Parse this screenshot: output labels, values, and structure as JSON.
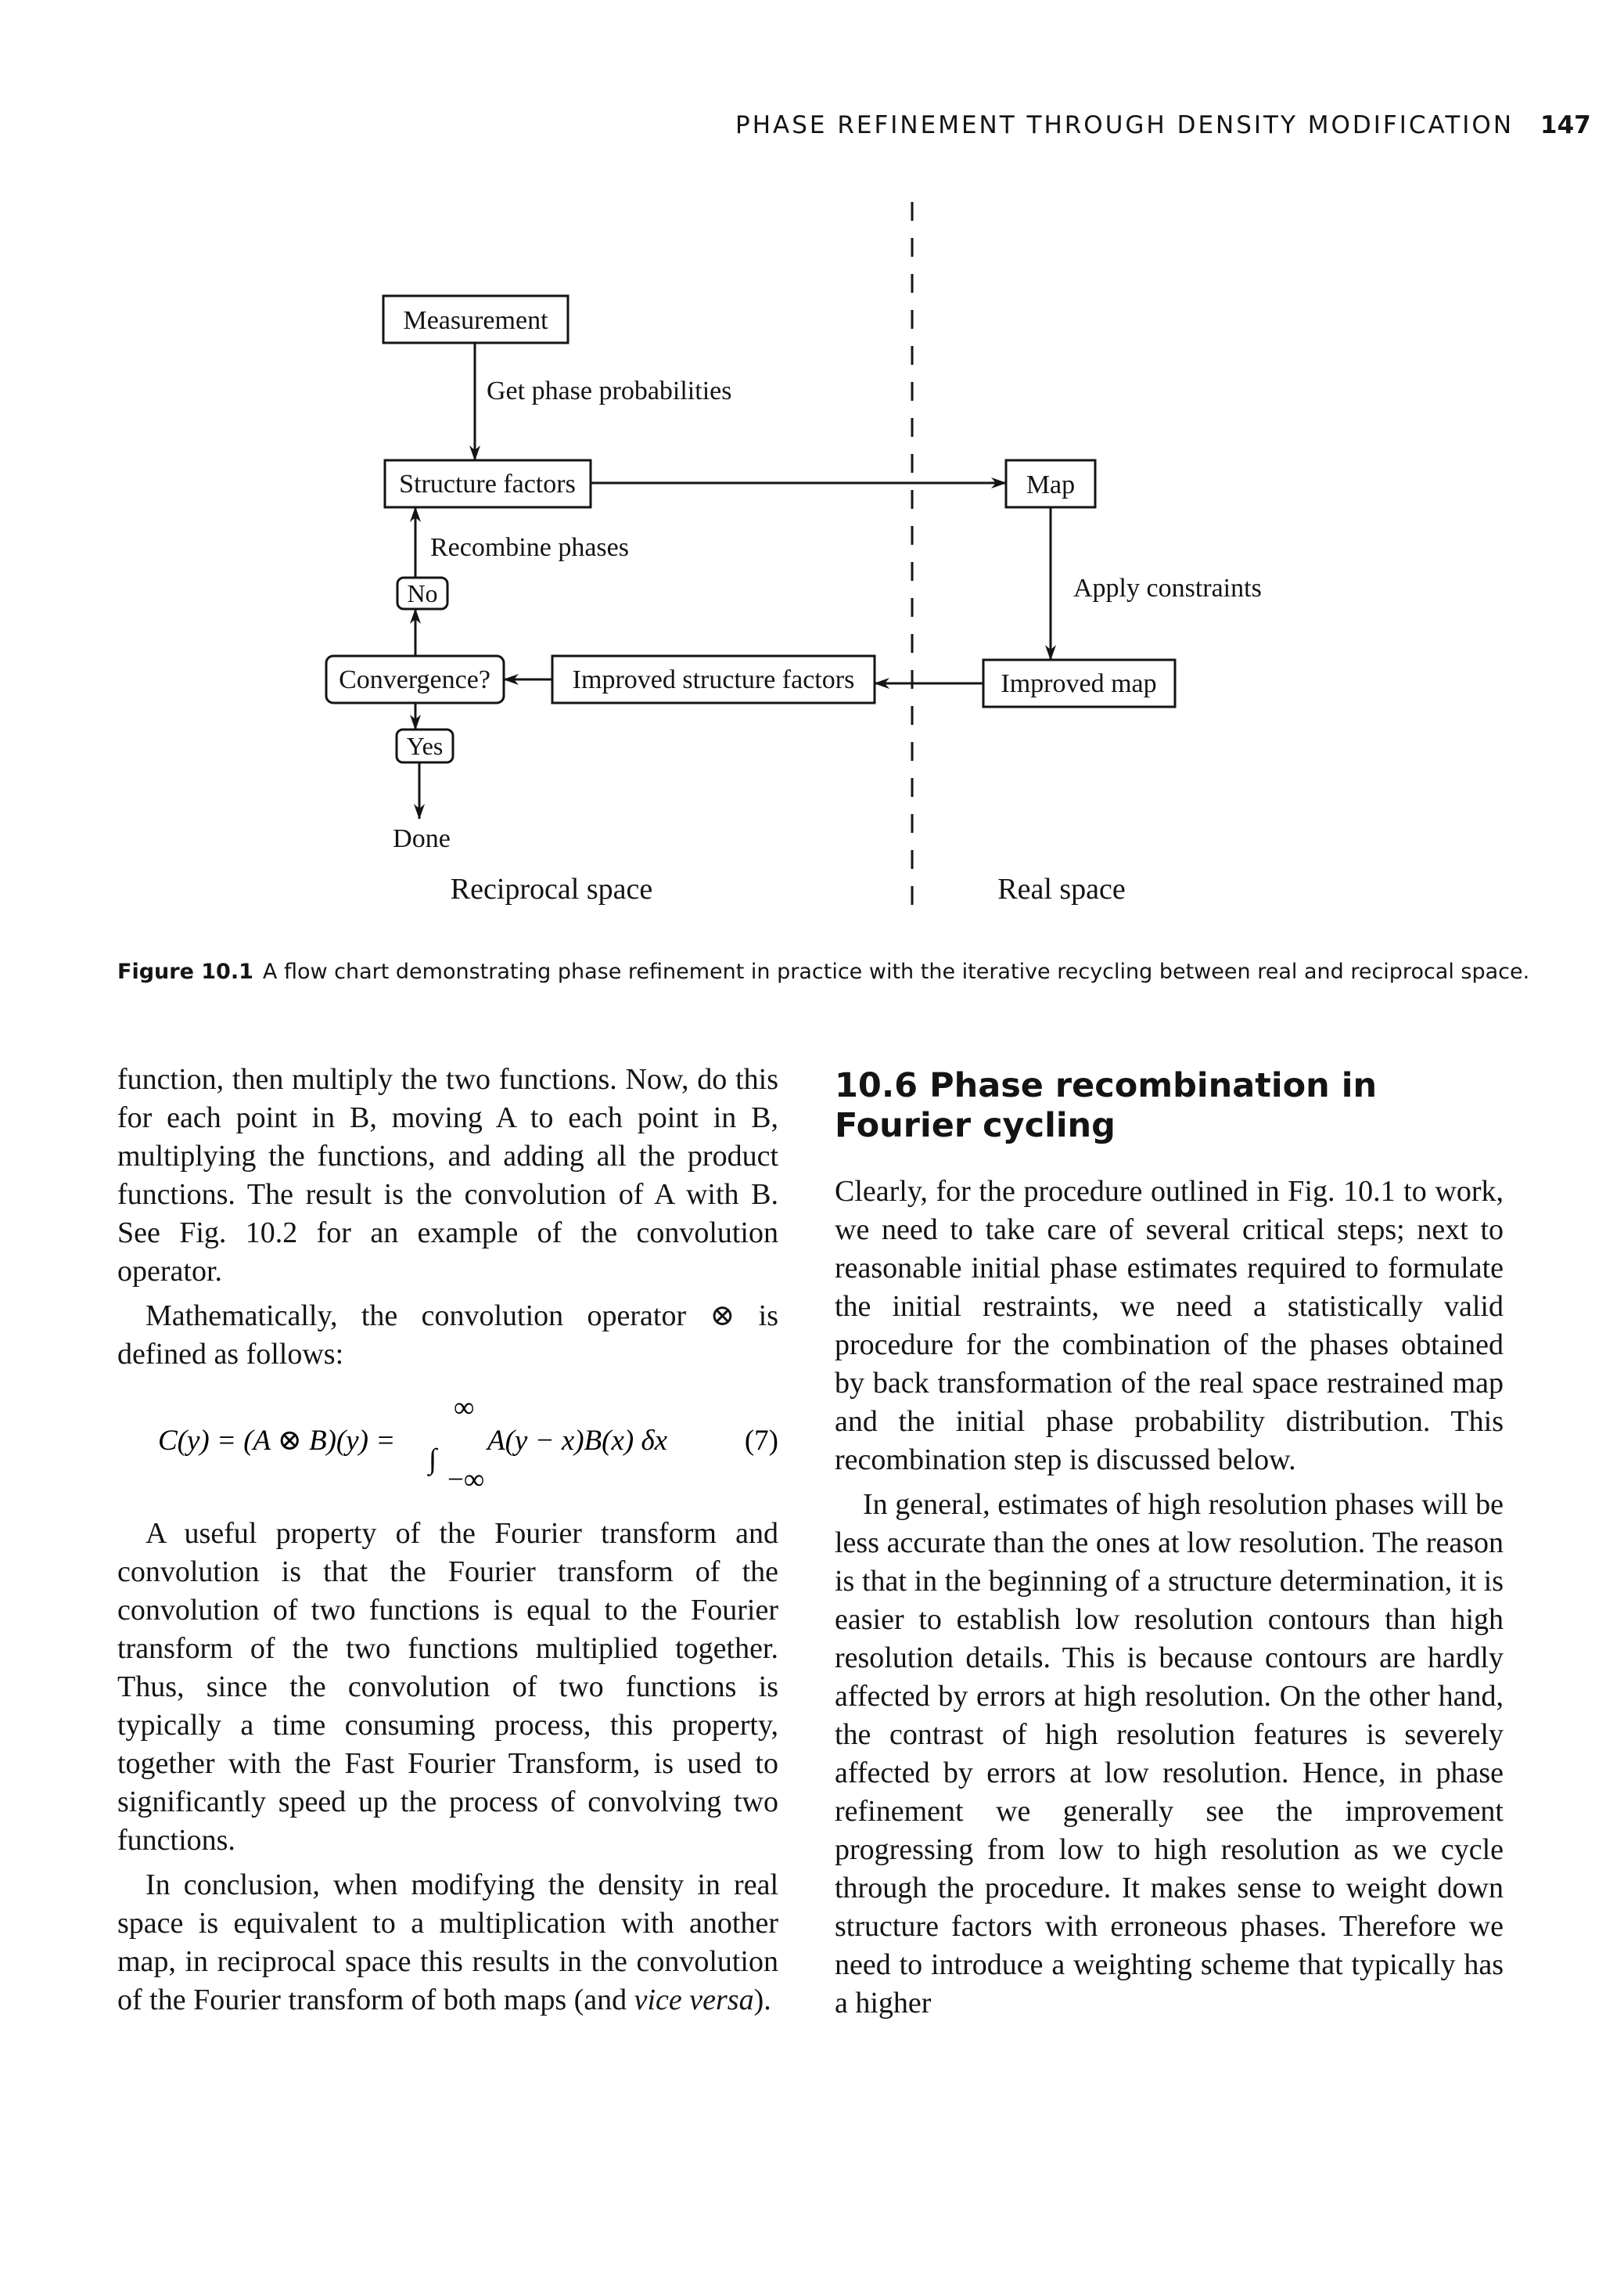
{
  "header": {
    "running_title": "PHASE REFINEMENT THROUGH DENSITY MODIFICATION",
    "page_number": "147"
  },
  "figure": {
    "boxes": {
      "measurement": "Measurement",
      "structure_factors": "Structure factors",
      "map": "Map",
      "no": "No",
      "convergence": "Convergence?",
      "improved_structure_factors": "Improved structure factors",
      "improved_map": "Improved map",
      "yes": "Yes"
    },
    "labels": {
      "get_phase_probabilities": "Get phase probabilities",
      "recombine_phases": "Recombine phases",
      "apply_constraints": "Apply constraints",
      "done": "Done"
    },
    "regions": {
      "reciprocal": "Reciprocal space",
      "real": "Real space"
    }
  },
  "caption": {
    "label": "Figure 10.1",
    "text": "A flow chart demonstrating phase refinement in practice with the iterative recycling between real and reciprocal space."
  },
  "left_column": {
    "p1": "function, then multiply the two functions. Now, do this for each point in B, moving A to each point in B, multiplying the functions, and adding all the product functions. The result is the convolution of A with B. See Fig. 10.2 for an example of the convolution operator.",
    "p2": "Mathematically, the convolution operator ⊗ is defined as follows:",
    "equation": {
      "lhs": "C(y) = (A ⊗ B)(y) =",
      "upper_limit": "∞",
      "lower_limit": "−∞",
      "integrand": "A(y − x)B(x) δx",
      "number": "(7)"
    },
    "p3": "A useful property of the Fourier transform and convolution is that the Fourier transform of the convolution of two functions is equal to the Fourier transform of the two functions multiplied together. Thus, since the convolution of two functions is typically a time consuming process, this property, together with the Fast Fourier Transform, is used to significantly speed up the process of convolving two functions.",
    "p4_plain": "In conclusion, when modifying the density in real space is equivalent to a multiplication with another map, in reciprocal space this results in the convolution of the Fourier transform of both maps (and ",
    "p4_italic": "vice versa",
    "p4_end": ")."
  },
  "right_column": {
    "heading": "10.6 Phase recombination in Fourier cycling",
    "p1": "Clearly, for the procedure outlined in Fig. 10.1 to work, we need to take care of several critical steps; next to reasonable initial phase estimates required to formulate the initial restraints, we need a statistically valid procedure for the combination of the phases obtained by back transformation of the real space restrained map and the initial phase probability distribution. This recombination step is discussed below.",
    "p2": "In general, estimates of high resolution phases will be less accurate than the ones at low resolution. The reason is that in the beginning of a structure determination, it is easier to establish low resolution contours than high resolution details. This is because contours are hardly affected by errors at high resolution. On the other hand, the contrast of high resolution features is severely affected by errors at low resolution. Hence, in phase refinement we generally see the improvement progressing from low to high resolution as we cycle through the procedure. It makes sense to weight down structure factors with erroneous phases. Therefore we need to introduce a weighting scheme that typically has a higher"
  }
}
